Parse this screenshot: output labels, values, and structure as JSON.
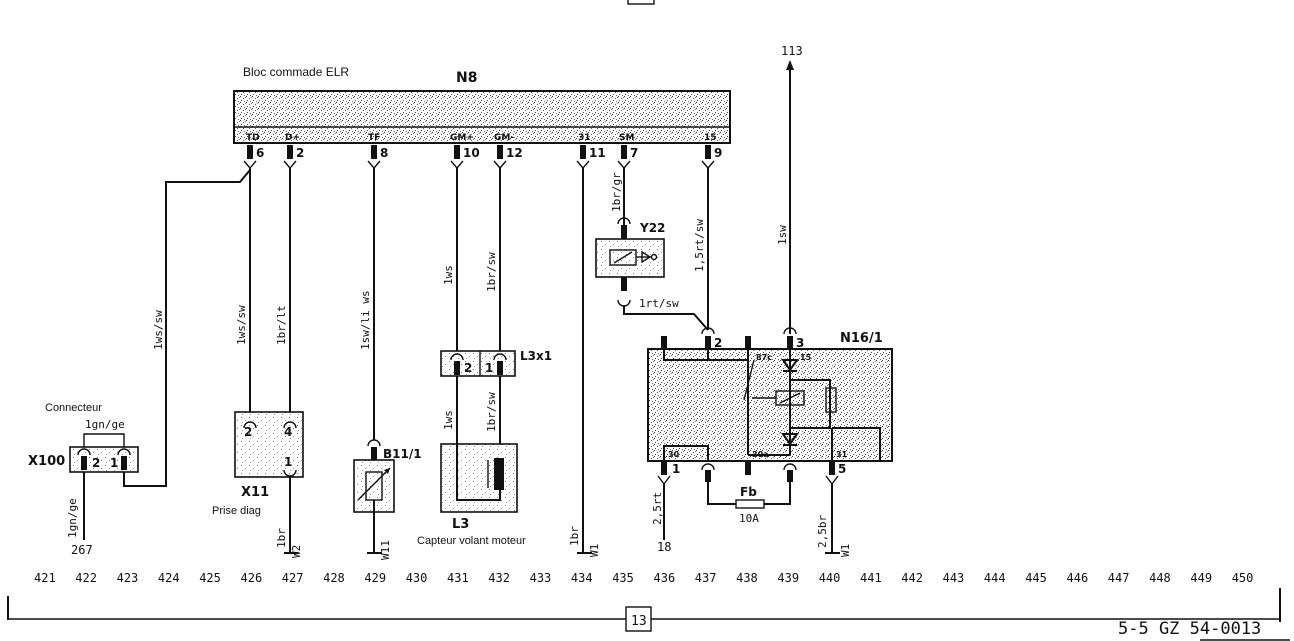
{
  "title_label": "Bloc commade ELR",
  "n8": {
    "id": "N8",
    "terminals": [
      "TD",
      "D+",
      "TF",
      "GM+",
      "GM-",
      "31",
      "SM",
      "15"
    ],
    "pins": [
      "6",
      "2",
      "8",
      "10",
      "12",
      "11",
      "7",
      "9"
    ]
  },
  "wires": {
    "td_to_x100": "1ws/sw",
    "td_to_x11": "1ws/sw",
    "dplus_to_x11": "1br/lt",
    "tf_to_b11": "1sw/li ws",
    "gmplus": "1ws",
    "gmminus": "1br/sw",
    "gm_plus_lower": "1ws",
    "gm_minus_lower": "1br/sw",
    "sm_to_y22": "1br/gr",
    "y22_to_n16": "1rt/sw",
    "p15_to_n16": "1,5rt/sw",
    "supply_113": "1sw",
    "x11_ground": "1br",
    "gnd_31": "1br",
    "n16_30": "2,5rt",
    "n16_31": "2,5br",
    "x100_ref": "1gn/ge",
    "x100_bridge": "1gn/ge"
  },
  "refs": {
    "r113": "113",
    "r267": "267",
    "r18": "18",
    "w2": "W2",
    "w11": "W11",
    "w1a": "W1",
    "w1b": "W1"
  },
  "components": {
    "x100": {
      "id": "X100",
      "desc": "Connecteur",
      "pins": [
        "2",
        "1"
      ]
    },
    "x11": {
      "id": "X11",
      "desc": "Prise diag",
      "pins": [
        "2",
        "4",
        "1"
      ]
    },
    "b11": {
      "id": "B11/1"
    },
    "l3x1": {
      "id": "L3x1",
      "pins": [
        "2",
        "1"
      ]
    },
    "l3": {
      "id": "L3",
      "desc": "Capteur volant moteur"
    },
    "y22": {
      "id": "Y22"
    },
    "n16": {
      "id": "N16/1",
      "pins_top": [
        "2",
        "3"
      ],
      "pins_bottom": [
        "1",
        "5"
      ],
      "terminals": [
        "87c",
        "15",
        "30",
        "30a",
        "31"
      ]
    },
    "fuse": {
      "id": "Fb",
      "rating": "10A"
    }
  },
  "columns": [
    "421",
    "422",
    "423",
    "424",
    "425",
    "426",
    "427",
    "428",
    "429",
    "430",
    "431",
    "432",
    "433",
    "434",
    "435",
    "436",
    "437",
    "438",
    "439",
    "440",
    "441",
    "442",
    "443",
    "444",
    "445",
    "446",
    "447",
    "448",
    "449",
    "450"
  ],
  "footer": {
    "page_marker": "13",
    "doc_code": "5-5 GZ 54-0013"
  }
}
